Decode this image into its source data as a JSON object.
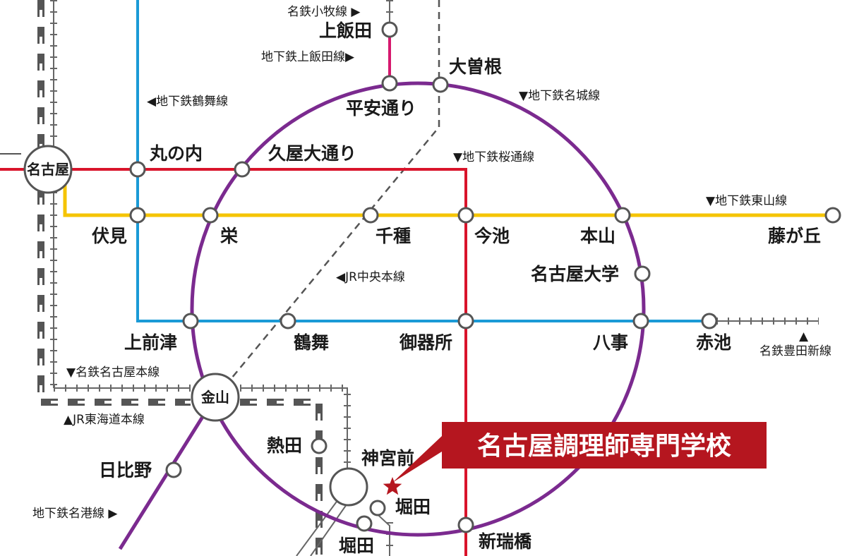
{
  "colors": {
    "meijo": "#7b2a8f",
    "tsurumai": "#1a9ad6",
    "sakuradori": "#d9142b",
    "higashiyama": "#f5c400",
    "kamiiida": "#d6196e",
    "gray": "#555555",
    "school": "#b5161f"
  },
  "stations": {
    "kamiiida": "上飯田",
    "heian_dori": "平安通り",
    "ozone": "大曽根",
    "nagoya": "名古屋",
    "marunouchi": "丸の内",
    "hisaya_odori": "久屋大通り",
    "fushimi": "伏見",
    "sakae": "栄",
    "chikusa": "千種",
    "imaike": "今池",
    "motoyama": "本山",
    "fujigaoka": "藤が丘",
    "nagoya_daigaku": "名古屋大学",
    "kamimaezu": "上前津",
    "tsurumai": "鶴舞",
    "gokiso": "御器所",
    "yagoto": "八事",
    "akaike": "赤池",
    "kanayama": "金山",
    "atsuta": "熱田",
    "jingu_mae": "神宮前",
    "horita_meitetsu": "堀田",
    "horita_subway": "堀田",
    "hibino": "日比野",
    "aratamabashi": "新瑞橋"
  },
  "lines": {
    "meitetsu_komaki": "名鉄小牧線 ▶",
    "kamiiida_line": "地下鉄上飯田線▶",
    "tsurumai_line": "◀地下鉄鶴舞線",
    "meijo_line": "▼地下鉄名城線",
    "sakuradori_line": "▼地下鉄桜通線",
    "higashiyama_line": "▼地下鉄東山線",
    "jr_chuo": "◀JR中央本線",
    "meitetsu_toyota": "▲",
    "meitetsu_toyota_name": "名鉄豊田新線",
    "meitetsu_nagoya": "▼名鉄名古屋本線",
    "jr_tokaido": "▲JR東海道本線",
    "meiko_line": "地下鉄名港線 ▶"
  },
  "callout": {
    "school_name": "名古屋調理師専門学校"
  }
}
